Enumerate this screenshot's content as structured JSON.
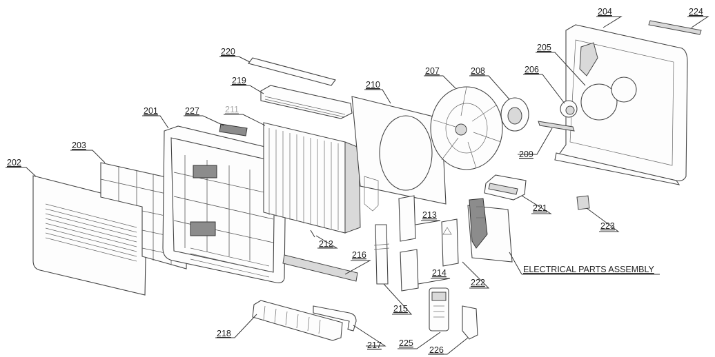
{
  "labels": {
    "p201": "201",
    "p202": "202",
    "p203": "203",
    "p204": "204",
    "p205": "205",
    "p206": "206",
    "p207": "207",
    "p208": "208",
    "p209": "209",
    "p210": "210",
    "p211": "211",
    "p212": "212",
    "p213": "213",
    "p214": "214",
    "p215": "215",
    "p216": "216",
    "p217": "217",
    "p218": "218",
    "p219": "219",
    "p220": "220",
    "p221": "221",
    "p222": "222",
    "p223": "223",
    "p224": "224",
    "p225": "225",
    "p226": "226",
    "p227": "227",
    "electrical": "ELECTRICAL PARTS ASSEMBLY"
  },
  "colors": {
    "line": "#333333",
    "label_faint": "#a8a8a8"
  }
}
